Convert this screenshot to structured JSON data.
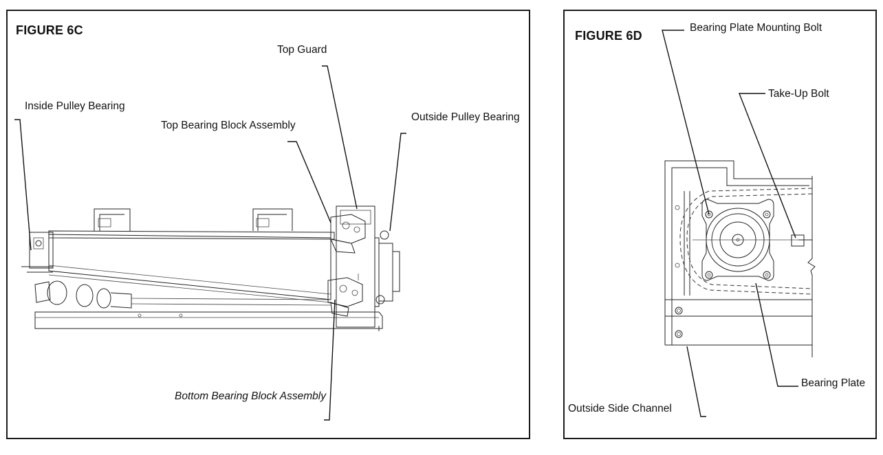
{
  "figure_6c": {
    "title": "FIGURE 6C",
    "labels": {
      "top_guard": "Top Guard",
      "inside_pulley_bearing": "Inside Pulley Bearing",
      "top_bearing_block_assembly": "Top Bearing Block Assembly",
      "outside_pulley_bearing": "Outside Pulley Bearing",
      "bottom_bearing_block_assembly": "Bottom Bearing Block Assembly"
    }
  },
  "figure_6d": {
    "title": "FIGURE 6D",
    "labels": {
      "bearing_plate_mounting_bolt": "Bearing Plate Mounting Bolt",
      "take_up_bolt": "Take-Up Bolt",
      "bearing_plate": "Bearing Plate",
      "outside_side_channel": "Outside Side Channel"
    }
  }
}
